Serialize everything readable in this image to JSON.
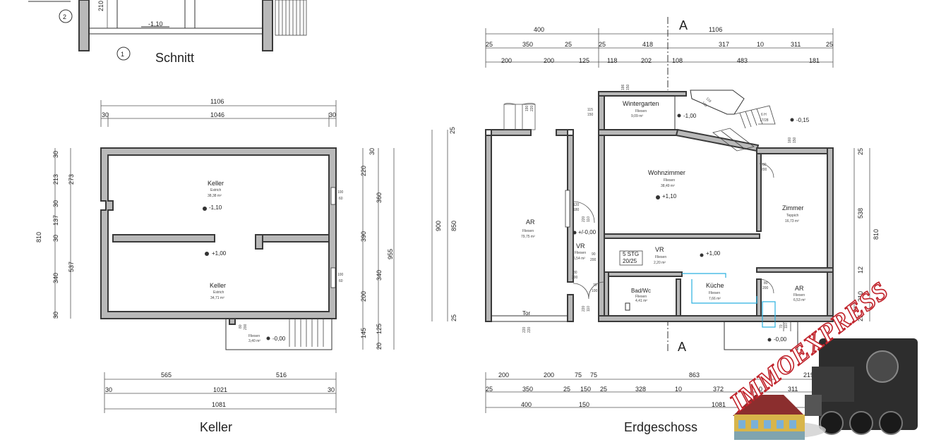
{
  "titles": {
    "schnitt": "Schnitt",
    "keller": "Keller",
    "erdgeschoss": "Erdgeschoss"
  },
  "schnitt": {
    "marker_1": "1",
    "marker_2": "2",
    "dim_210": "210",
    "level": "-1,10"
  },
  "keller": {
    "dim_top_total": "1106",
    "dim_top_left": "30",
    "dim_top_mid": "1046",
    "dim_top_right": "30",
    "left_dims": [
      "30",
      "213",
      "30",
      "137",
      "30",
      "340",
      "30"
    ],
    "left_dims_b": [
      "273",
      "537"
    ],
    "left_total": "810",
    "right_dims_a": [
      "220",
      "360",
      "390",
      "200",
      "145"
    ],
    "right_dims_b": [
      "340",
      "125",
      "20"
    ],
    "right_total": "955",
    "right_edge_top": "30",
    "right_edge_bottom": "20",
    "window_1": [
      "100",
      "60"
    ],
    "window_2": [
      "100",
      "60"
    ],
    "room_1": {
      "name": "Keller",
      "floor": "Estrich",
      "area": "38,38 m²",
      "level": "-1,10"
    },
    "room_2": {
      "name": "Keller",
      "floor": "Estrich",
      "area": "34,71 m²",
      "level": "+1,00"
    },
    "entry": {
      "floor": "Fliesen",
      "area": "3,40 m²",
      "level": "-0,00",
      "door": [
        "80",
        "200"
      ]
    },
    "dim_bottom_a": [
      "565",
      "516"
    ],
    "dim_bottom_b": [
      "30",
      "1021",
      "30"
    ],
    "dim_bottom_total": "1081"
  },
  "eg": {
    "section_a": "A",
    "top_row1": [
      "400",
      "1106"
    ],
    "top_row2": [
      "25",
      "350",
      "25",
      "25",
      "418",
      "317",
      "10",
      "311",
      "25"
    ],
    "top_row3": [
      "200",
      "200",
      "125",
      "118",
      "202",
      "108",
      "483",
      "181"
    ],
    "left_dims": [
      "25",
      "900",
      "850",
      "25"
    ],
    "right_dims": [
      "25",
      "538",
      "12",
      "210",
      "25"
    ],
    "right_total": "810",
    "rooms": [
      {
        "name": "AR",
        "floor": "Fliesen",
        "area": "79,75 m²"
      },
      {
        "name": "Wintergarten",
        "floor": "Fliesen",
        "area": "9,09 m²"
      },
      {
        "name": "Wohnzimmer",
        "floor": "Fliesen",
        "area": "38,49 m²",
        "level": "+1,10"
      },
      {
        "name": "Zimmer",
        "floor": "Teppich",
        "area": "16,73 m²"
      },
      {
        "name": "VR",
        "floor": "Fliesen",
        "area": "6,54 m²"
      },
      {
        "name": "VR",
        "floor": "Fliesen",
        "area": "2,20 m²"
      },
      {
        "name": "Bad/Wc",
        "floor": "Fliesen",
        "area": "4,41 m²"
      },
      {
        "name": "Küche",
        "floor": "Fliesen",
        "area": "7,66 m²"
      },
      {
        "name": "AR",
        "floor": "Fliesen",
        "area": "6,53 m²"
      }
    ],
    "levels": [
      "-1,00",
      "-0,15",
      "+/-0,00",
      "+1,00",
      "-0,00"
    ],
    "stairs": [
      "5 STG",
      "20/25",
      "6 H",
      "17/28"
    ],
    "door_dims": [
      "190",
      "220",
      "115",
      "150",
      "186",
      "150",
      "186",
      "150",
      "119",
      "160",
      "80",
      "200",
      "160",
      "150",
      "80",
      "200",
      "120",
      "180",
      "220",
      "110",
      "90",
      "200",
      "80",
      "200",
      "70",
      "100",
      "220",
      "110",
      "80",
      "200",
      "70",
      "110",
      "220",
      "220"
    ],
    "tor": "Tor",
    "dim_bottom_row1": [
      "200",
      "200",
      "75",
      "75",
      "863",
      "219"
    ],
    "dim_bottom_row2": [
      "25",
      "350",
      "25",
      "150",
      "25",
      "328",
      "10",
      "372",
      "10",
      "311",
      "25"
    ],
    "dim_bottom_row3": [
      "400",
      "150",
      "1081"
    ]
  },
  "watermark": {
    "text": "IMMOEXPRESS"
  }
}
